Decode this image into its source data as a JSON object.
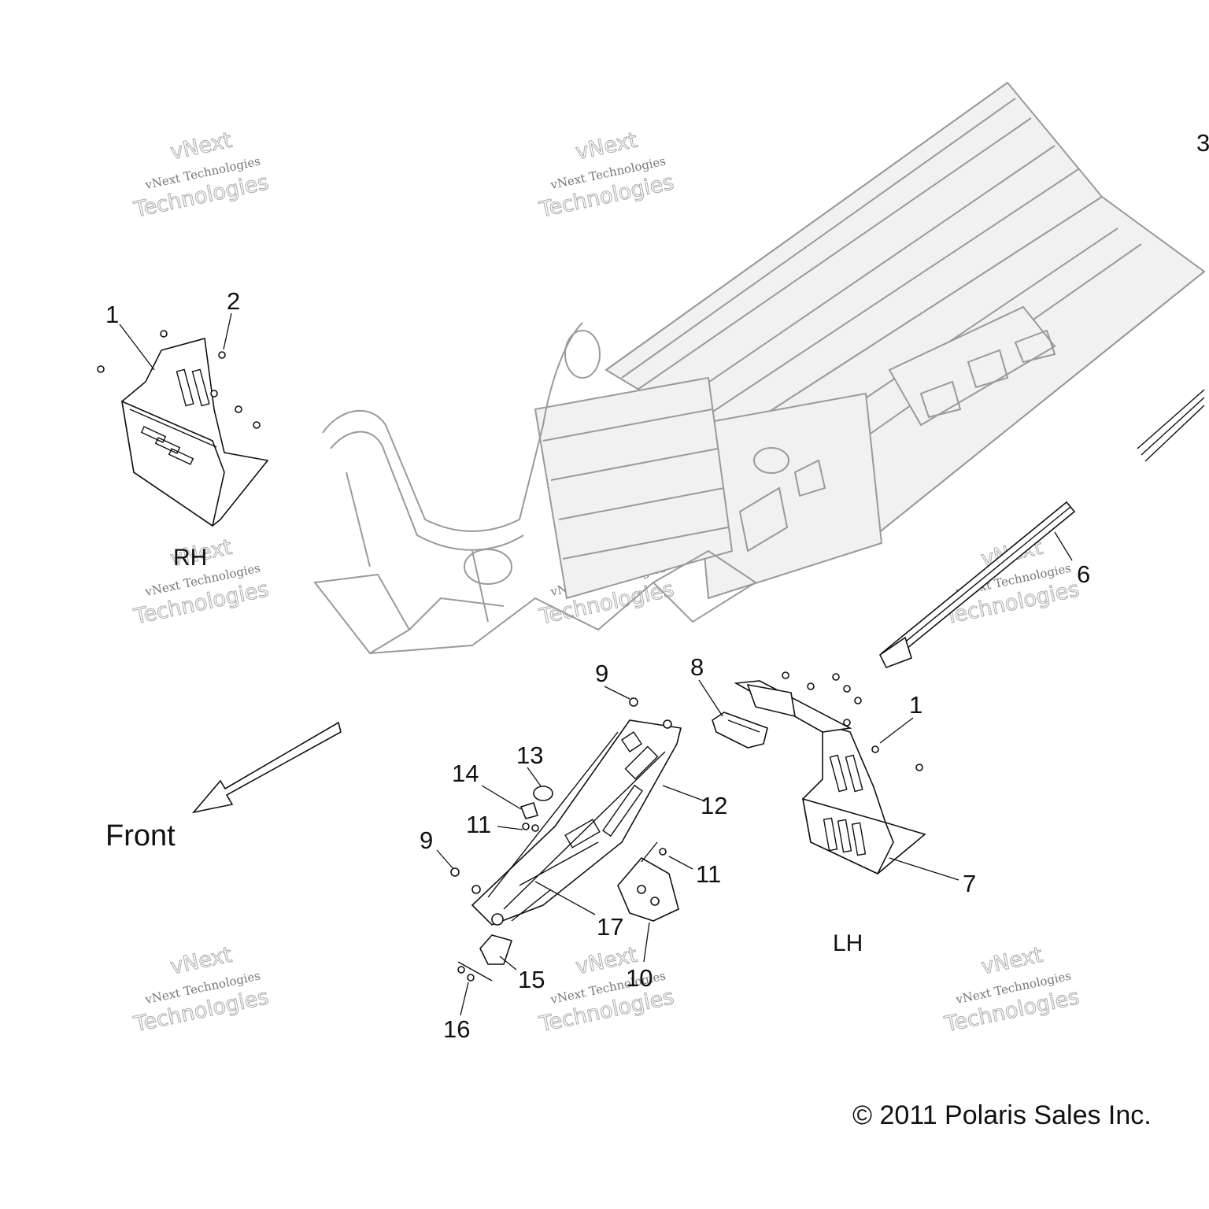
{
  "callouts": {
    "c1_rh": "1",
    "c2": "2",
    "c3": "3",
    "c6": "6",
    "c9_top": "9",
    "c8": "8",
    "c1_lh": "1",
    "c13": "13",
    "c14": "14",
    "c12": "12",
    "c11_left": "11",
    "c9_left": "9",
    "c11_right": "11",
    "c7": "7",
    "c17": "17",
    "c15": "15",
    "c10": "10",
    "c16": "16"
  },
  "labels": {
    "rh": "RH",
    "lh": "LH",
    "front": "Front",
    "copyright": "© 2011 Polaris Sales Inc."
  },
  "watermark": {
    "line_top": "vNext",
    "line_mid": "vNext Technologies",
    "line_big": "Technologies"
  },
  "colors": {
    "ink": "#111111",
    "frame_gray": "#9a9a9a",
    "watermark_gray": "#aaaaaa"
  }
}
